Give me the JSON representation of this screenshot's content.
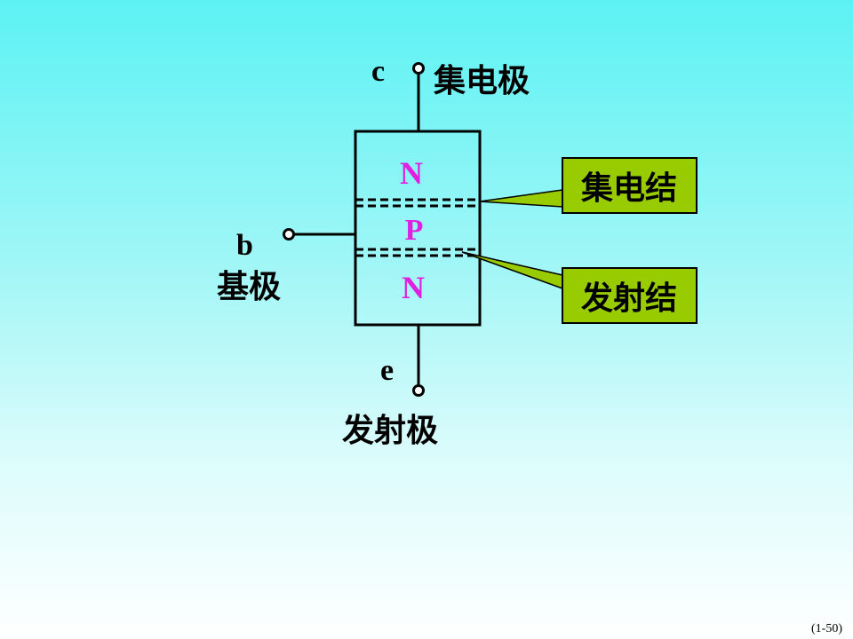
{
  "terminals": {
    "collector": {
      "letter": "c",
      "name": "集电极"
    },
    "base": {
      "letter": "b",
      "name": "基极"
    },
    "emitter": {
      "letter": "e",
      "name": "发射极"
    }
  },
  "layers": {
    "top": "N",
    "middle": "P",
    "bottom": "N"
  },
  "junctions": {
    "collector_junction": "集电结",
    "emitter_junction": "发射结"
  },
  "page_number": "(1-50)",
  "colors": {
    "layer_text": "#e020e0",
    "callout_fill": "#99cc00",
    "line": "#000000"
  }
}
